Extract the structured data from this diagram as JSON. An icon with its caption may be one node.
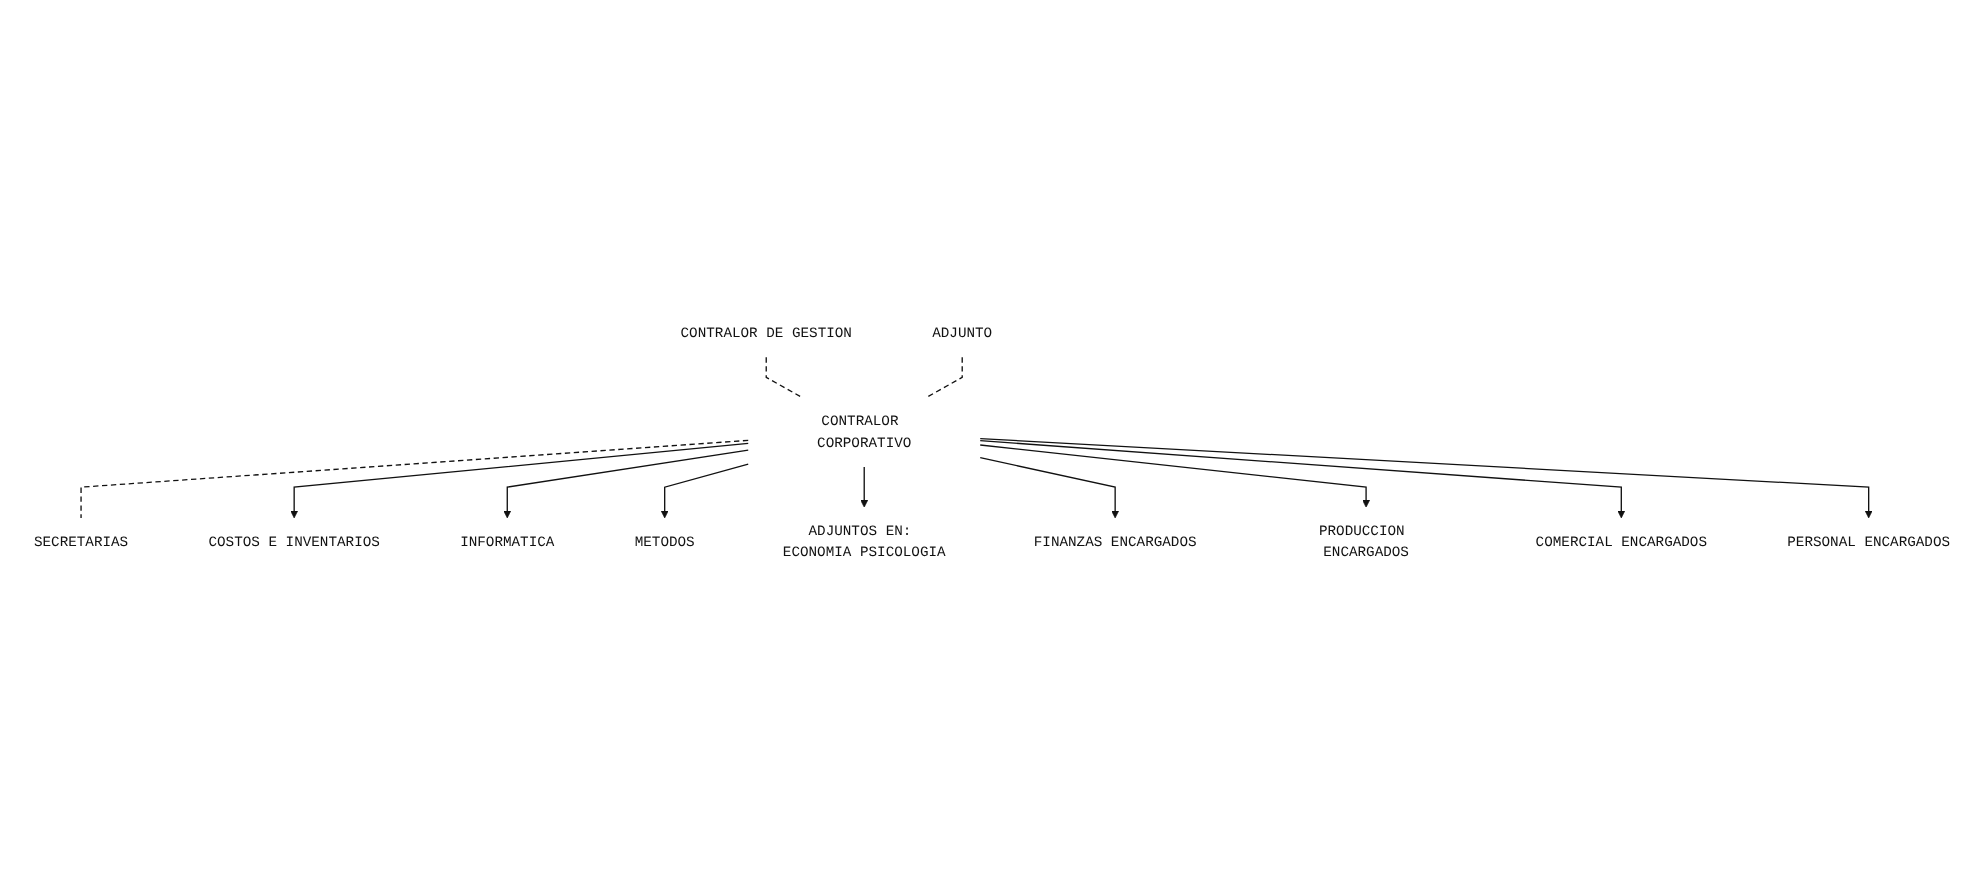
{
  "diagram": {
    "nodes": [
      {
        "text": [
          "CONTRALOR DE GESTION"
        ]
      },
      {
        "text": [
          "CONTRALOR CORPORATIVO"
        ]
      },
      {
        "text": [
          "ADJUNTO"
        ]
      },
      {
        "text": [
          "SECRETARIAS"
        ]
      },
      {
        "text": [
          "COSTOS E INVENTARIOS"
        ]
      },
      {
        "text": [
          "INFORMATICA"
        ]
      },
      {
        "text": [
          "METODOS"
        ]
      },
      {
        "text": [
          "ADJUNTOS EN: ECONOMIA PSICOLOGIA"
        ]
      },
      {
        "text": [
          "FINANZAS ENCARGADOS"
        ]
      },
      {
        "text": [
          "PRODUCCION ENCARGADOS"
        ]
      },
      {
        "text": [
          "COMERCIAL ENCARGADOS"
        ]
      },
      {
        "text": [
          "PERSONAL ENCARGADOS"
        ]
      }
    ],
    "edges": [
      {
        "from": 0,
        "to": 1,
        "arrow": "none",
        "style": "dashed"
      },
      {
        "from": 2,
        "to": 1,
        "arrow": "none",
        "style": "dashed"
      },
      {
        "from": 1,
        "to": 3,
        "arrow": "none",
        "style": "dashed"
      },
      {
        "from": 1,
        "to": 4,
        "arrow": "to"
      },
      {
        "from": 1,
        "to": 5,
        "arrow": "to"
      },
      {
        "from": 1,
        "to": 6,
        "arrow": "to"
      },
      {
        "from": 1,
        "to": 7,
        "arrow": "to"
      },
      {
        "from": 1,
        "to": 8,
        "arrow": "to"
      },
      {
        "from": 1,
        "to": 9,
        "arrow": "to"
      },
      {
        "from": 1,
        "to": 10,
        "arrow": "to"
      },
      {
        "from": 1,
        "to": 11,
        "arrow": "to"
      }
    ]
  }
}
